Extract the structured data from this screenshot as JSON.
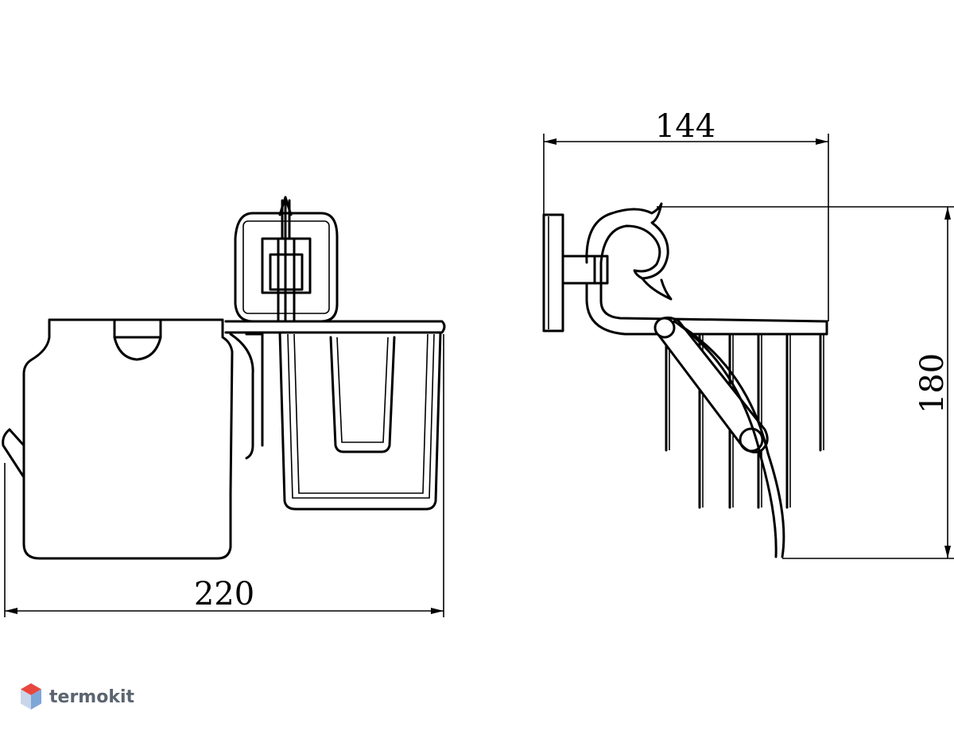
{
  "dimensions": {
    "width_front": "220",
    "width_side": "144",
    "height_side": "180"
  },
  "watermark": {
    "text": "termokit",
    "icon": "hexagon-logo-icon",
    "icon_colors": [
      "#e8473f",
      "#7fa6d9"
    ]
  }
}
